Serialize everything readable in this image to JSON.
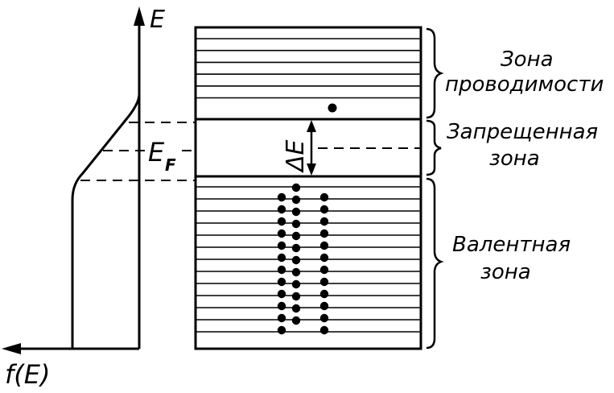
{
  "diagram": {
    "axis_energy_label": "E",
    "axis_distribution_label": "f(E)",
    "fermi_level_label_main": "E",
    "fermi_level_label_sub": "F",
    "gap_label": "ΔE",
    "conduction_band": {
      "label_line1": "Зона",
      "label_line2": "проводимости"
    },
    "forbidden_band": {
      "label_line1": "Запрещенная",
      "label_line2": "зона"
    },
    "valence_band": {
      "label_line1": "Валентная",
      "label_line2": "зона"
    }
  }
}
